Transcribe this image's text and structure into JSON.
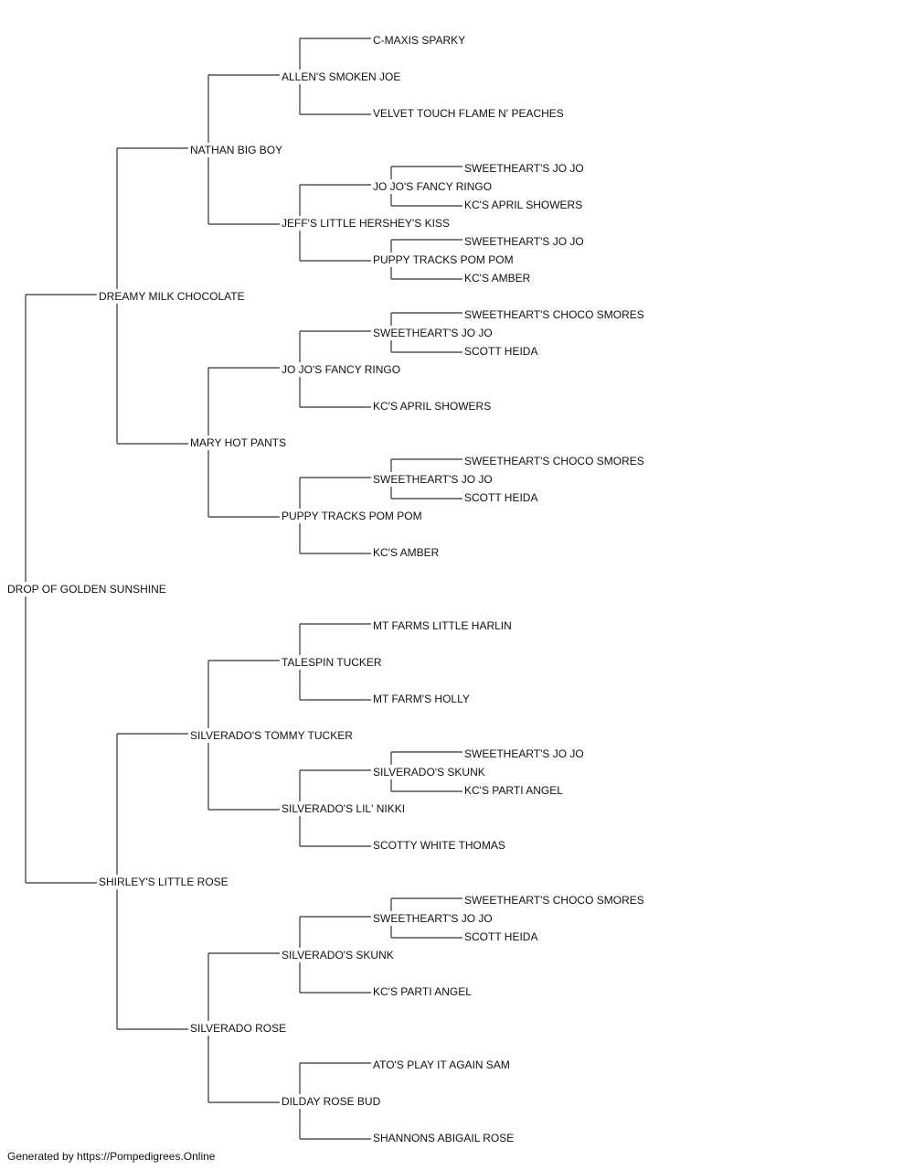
{
  "pedigree": {
    "name": "DROP OF GOLDEN SUNSHINE",
    "sire": {
      "name": "DREAMY MILK CHOCOLATE",
      "sire": {
        "name": "NATHAN BIG BOY",
        "sire": {
          "name": "ALLEN'S SMOKEN JOE",
          "sire": {
            "name": "C-MAXIS SPARKY"
          },
          "dam": {
            "name": "VELVET TOUCH FLAME N' PEACHES"
          }
        },
        "dam": {
          "name": "JEFF'S LITTLE HERSHEY'S KISS",
          "sire": {
            "name": "JO JO'S FANCY RINGO",
            "sire": {
              "name": "SWEETHEART'S JO JO"
            },
            "dam": {
              "name": "KC'S APRIL SHOWERS"
            }
          },
          "dam": {
            "name": "PUPPY TRACKS POM POM",
            "sire": {
              "name": "SWEETHEART'S JO JO"
            },
            "dam": {
              "name": "KC'S AMBER"
            }
          }
        }
      },
      "dam": {
        "name": "MARY HOT PANTS",
        "sire": {
          "name": "JO JO'S FANCY RINGO",
          "sire": {
            "name": "SWEETHEART'S JO JO",
            "sire": {
              "name": "SWEETHEART'S CHOCO SMORES"
            },
            "dam": {
              "name": "SCOTT HEIDA"
            }
          },
          "dam": {
            "name": "KC'S APRIL SHOWERS"
          }
        },
        "dam": {
          "name": "PUPPY TRACKS POM POM",
          "sire": {
            "name": "SWEETHEART'S JO JO",
            "sire": {
              "name": "SWEETHEART'S CHOCO SMORES"
            },
            "dam": {
              "name": "SCOTT HEIDA"
            }
          },
          "dam": {
            "name": "KC'S AMBER"
          }
        }
      }
    },
    "dam": {
      "name": "SHIRLEY'S LITTLE ROSE",
      "sire": {
        "name": "SILVERADO'S TOMMY TUCKER",
        "sire": {
          "name": "TALESPIN TUCKER",
          "sire": {
            "name": "MT FARMS LITTLE HARLIN"
          },
          "dam": {
            "name": "MT FARM'S HOLLY"
          }
        },
        "dam": {
          "name": "SILVERADO'S LIL' NIKKI",
          "sire": {
            "name": "SILVERADO'S SKUNK",
            "sire": {
              "name": "SWEETHEART'S JO JO"
            },
            "dam": {
              "name": "KC'S PARTI ANGEL"
            }
          },
          "dam": {
            "name": "SCOTTY WHITE THOMAS"
          }
        }
      },
      "dam": {
        "name": "SILVERADO ROSE",
        "sire": {
          "name": "SILVERADO'S SKUNK",
          "sire": {
            "name": "SWEETHEART'S JO JO",
            "sire": {
              "name": "SWEETHEART'S CHOCO SMORES"
            },
            "dam": {
              "name": "SCOTT HEIDA"
            }
          },
          "dam": {
            "name": "KC'S PARTI ANGEL"
          }
        },
        "dam": {
          "name": "DILDAY ROSE BUD",
          "sire": {
            "name": "ATO'S PLAY IT AGAIN SAM"
          },
          "dam": {
            "name": "SHANNONS ABIGAIL ROSE"
          }
        }
      }
    }
  },
  "footer": "Generated by https://Pompedigrees.Online"
}
